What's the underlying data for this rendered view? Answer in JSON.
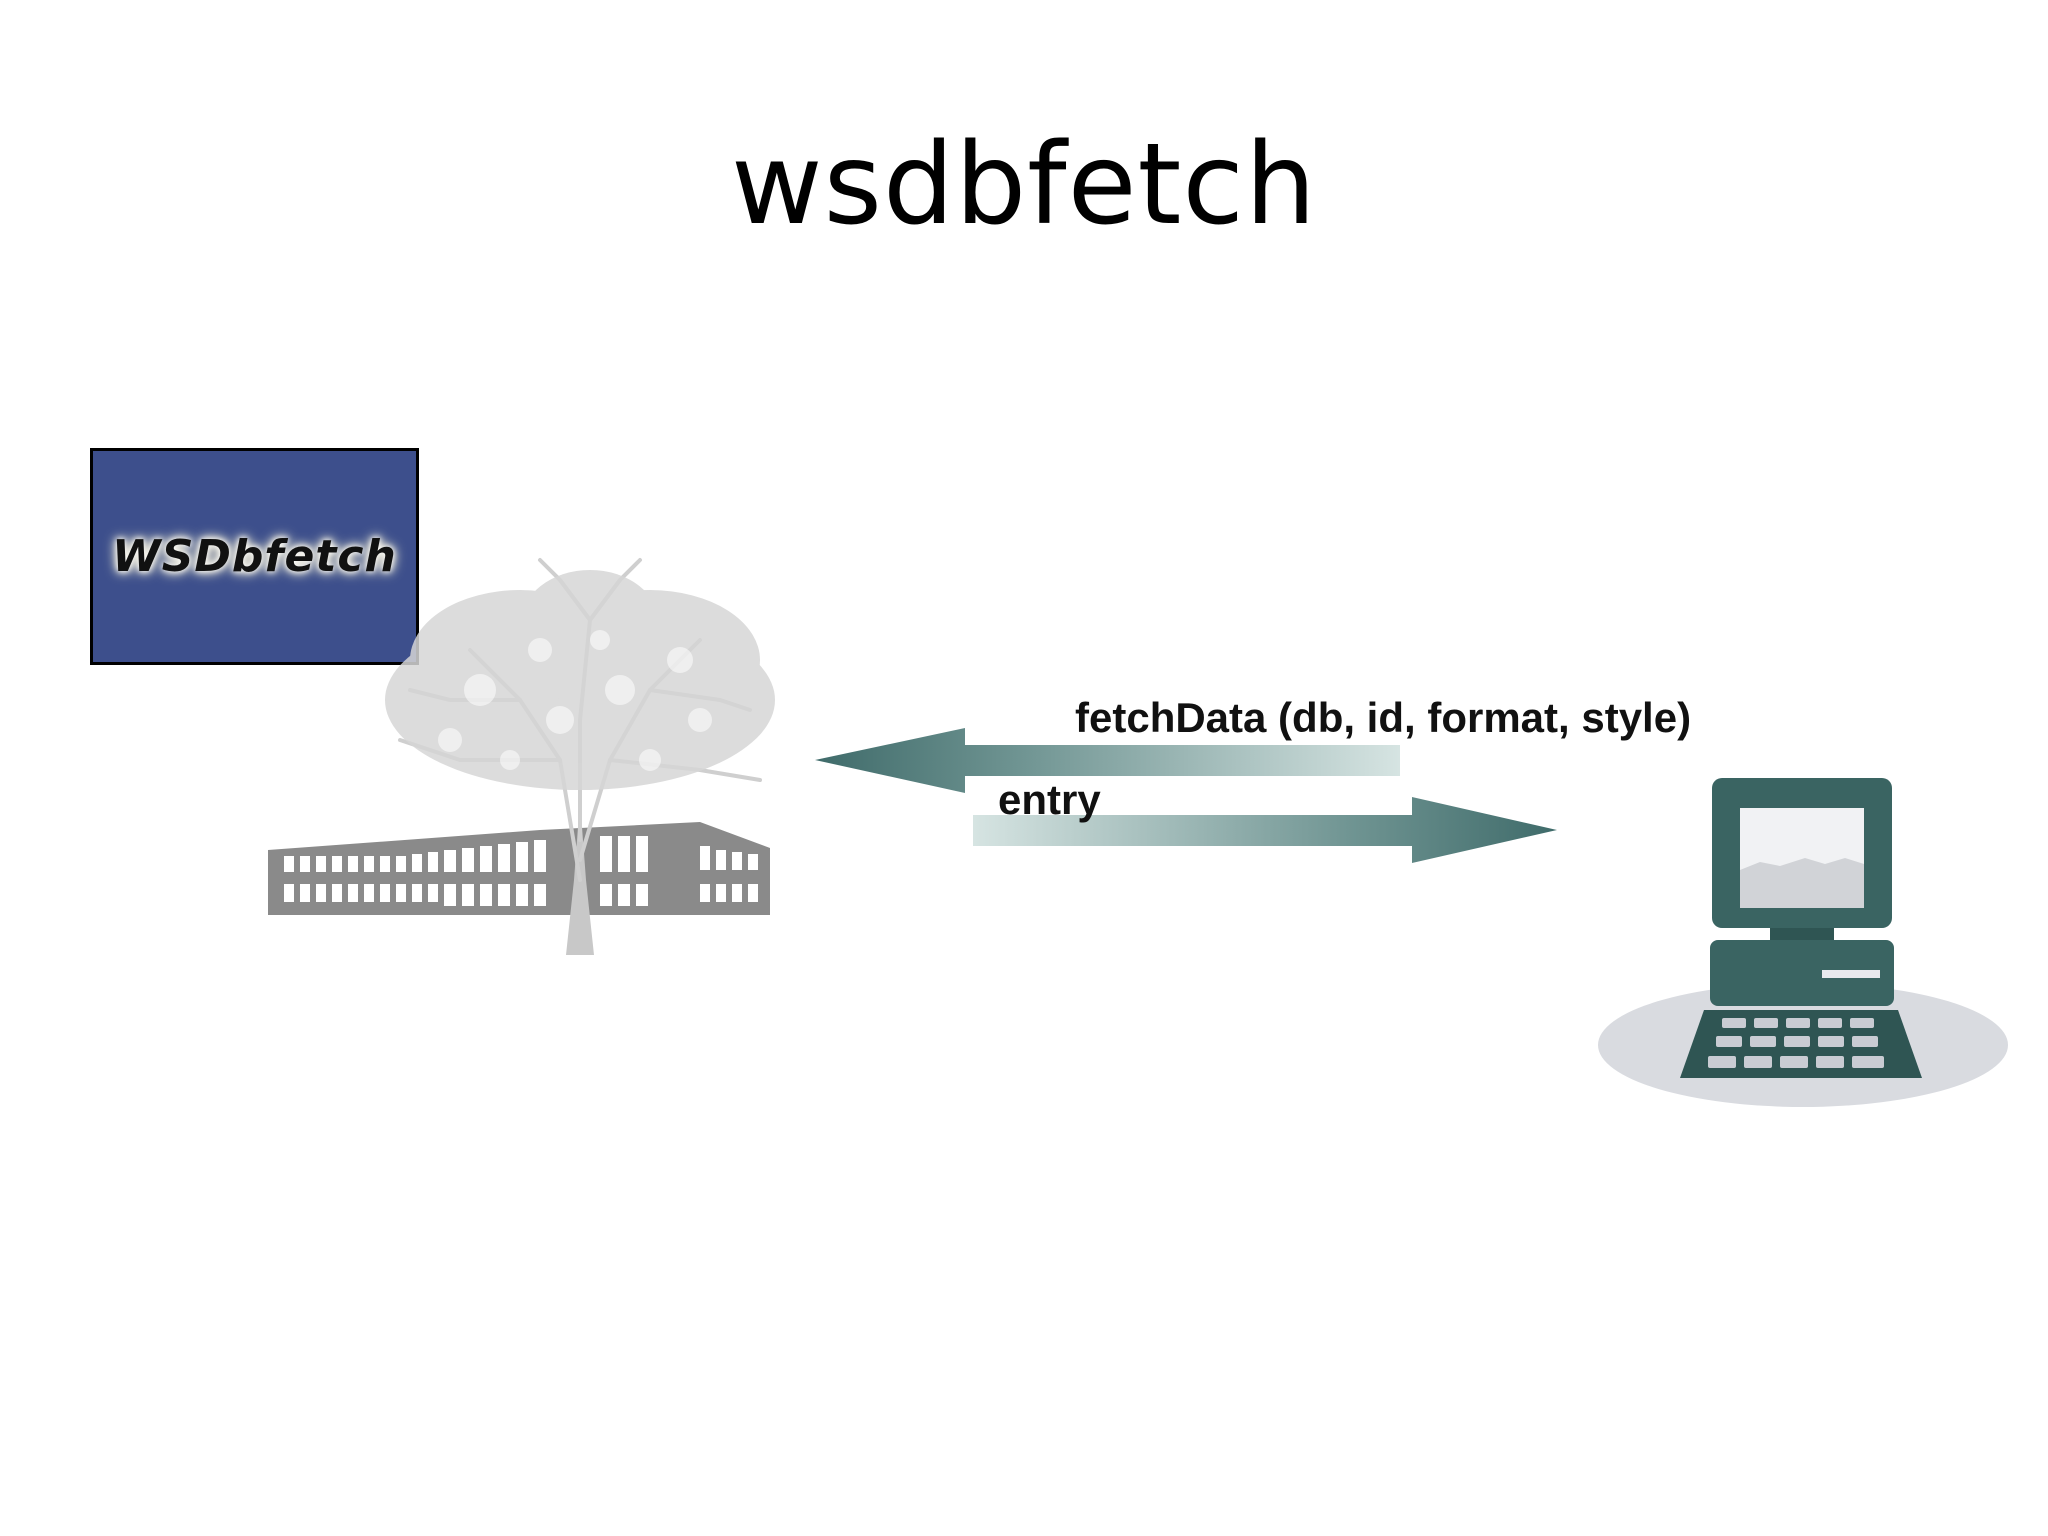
{
  "slide": {
    "title": "wsdbfetch"
  },
  "logo": {
    "text": "WSDbfetch",
    "background_color": "#3d4f8c"
  },
  "arrows": {
    "request_label": "fetchData (db, id, format, style)",
    "response_label": "entry",
    "color": "#3f6b6a"
  },
  "icons": {
    "server": "building-with-tree-icon",
    "client": "desktop-computer-icon"
  }
}
